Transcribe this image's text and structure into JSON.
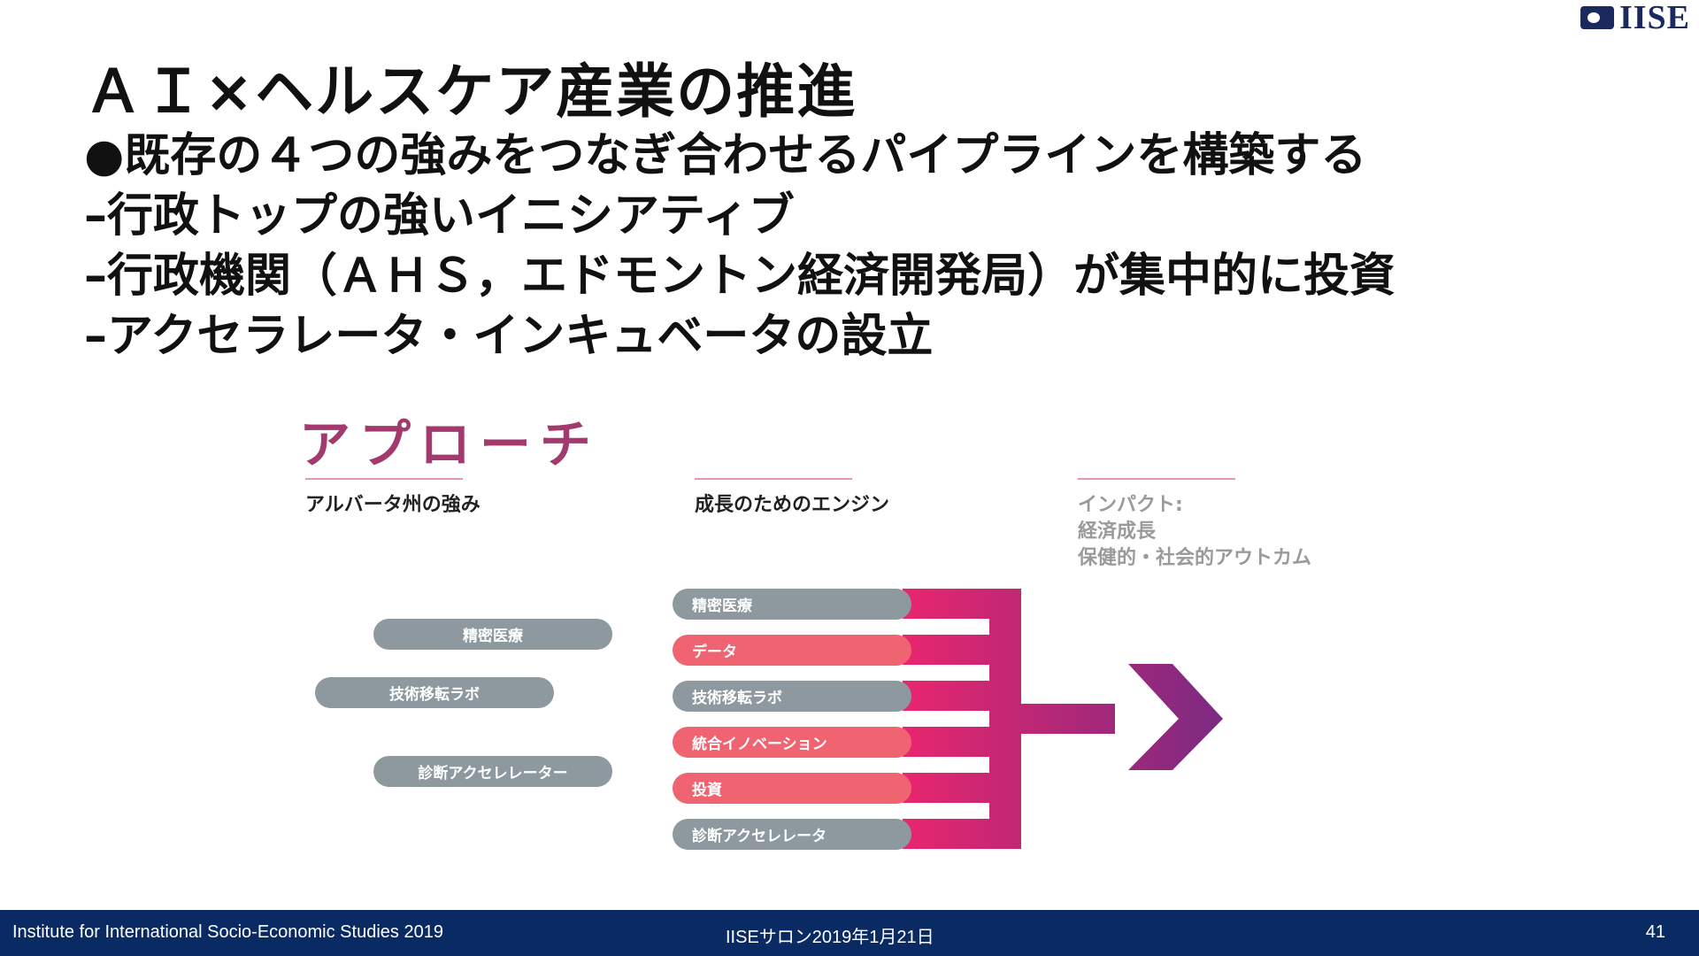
{
  "logo": {
    "text": "IISE"
  },
  "title": "ＡＩ×ヘルスケア産業の推進",
  "bullets": [
    "●既存の４つの強みをつなぎ合わせるパイプラインを構築する",
    "–行政トップの強いイニシアティブ",
    "–行政機関（ＡＨＳ，エドモントン経済開発局）が集中的に投資",
    "–アクセラレータ・インキュベータの設立"
  ],
  "approach": {
    "title": "アプローチ",
    "columns": [
      {
        "heading": "アルバータ州の強み"
      },
      {
        "heading": "成長のためのエンジン"
      },
      {
        "heading_lines": [
          "インパクト:",
          "経済成長",
          "保健的・社会的アウトカム"
        ]
      }
    ],
    "strengths": [
      "精密医療",
      "技術移転ラボ",
      "診断アクセレレーター"
    ],
    "engines": [
      {
        "label": "精密医療",
        "color": "gray"
      },
      {
        "label": "データ",
        "color": "red"
      },
      {
        "label": "技術移転ラボ",
        "color": "gray"
      },
      {
        "label": "統合イノベーション",
        "color": "red"
      },
      {
        "label": "投資",
        "color": "red"
      },
      {
        "label": "診断アクセレレータ",
        "color": "gray"
      }
    ]
  },
  "colors": {
    "accent_title": "#a23a6e",
    "pill_gray": "#8d999f",
    "pill_red": "#ef6470",
    "arrow_start": "#e8266e",
    "arrow_end": "#7a2a82",
    "footer_bg": "#0a2a63"
  },
  "footer": {
    "left": "Institute for International Socio-Economic Studies 2019",
    "center": "IISEサロン2019年1月21日",
    "page": "41"
  }
}
